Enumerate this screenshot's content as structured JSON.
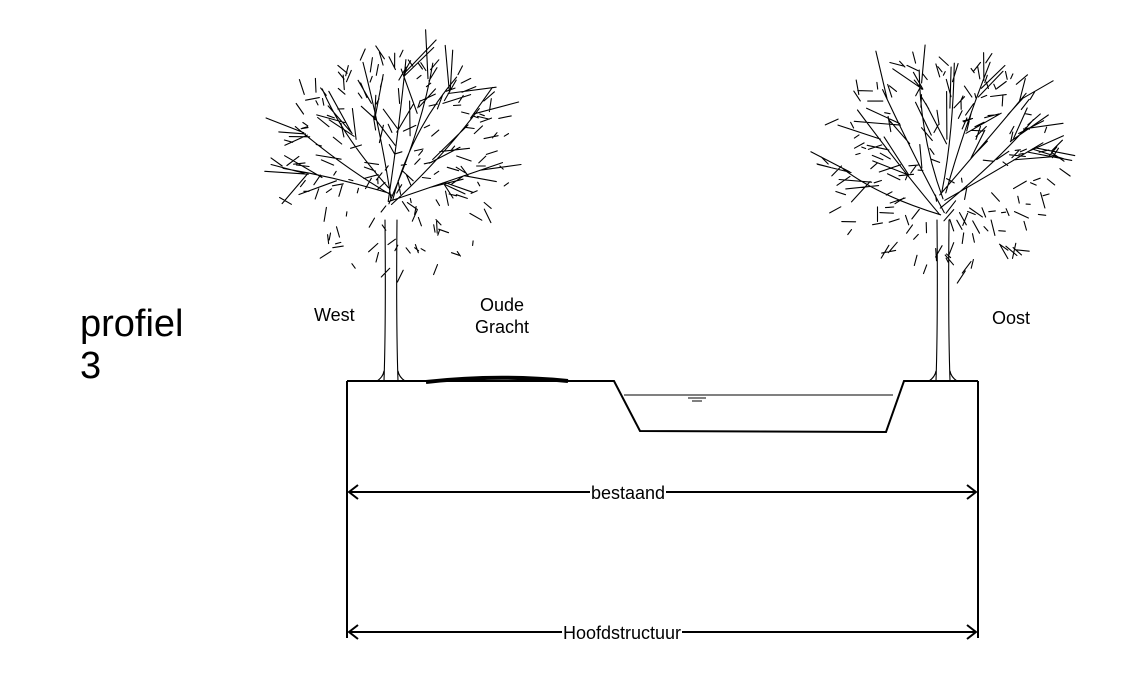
{
  "title": {
    "line1": "profiel",
    "line2": "3"
  },
  "labels": {
    "west": "West",
    "oude_line1": "Oude",
    "oude_line2": "Gracht",
    "oost": "Oost"
  },
  "dimensions": {
    "bestaand": "bestaand",
    "hoofdstructuur": "Hoofdstructuur"
  },
  "colors": {
    "ink": "#000000",
    "background": "#ffffff"
  }
}
